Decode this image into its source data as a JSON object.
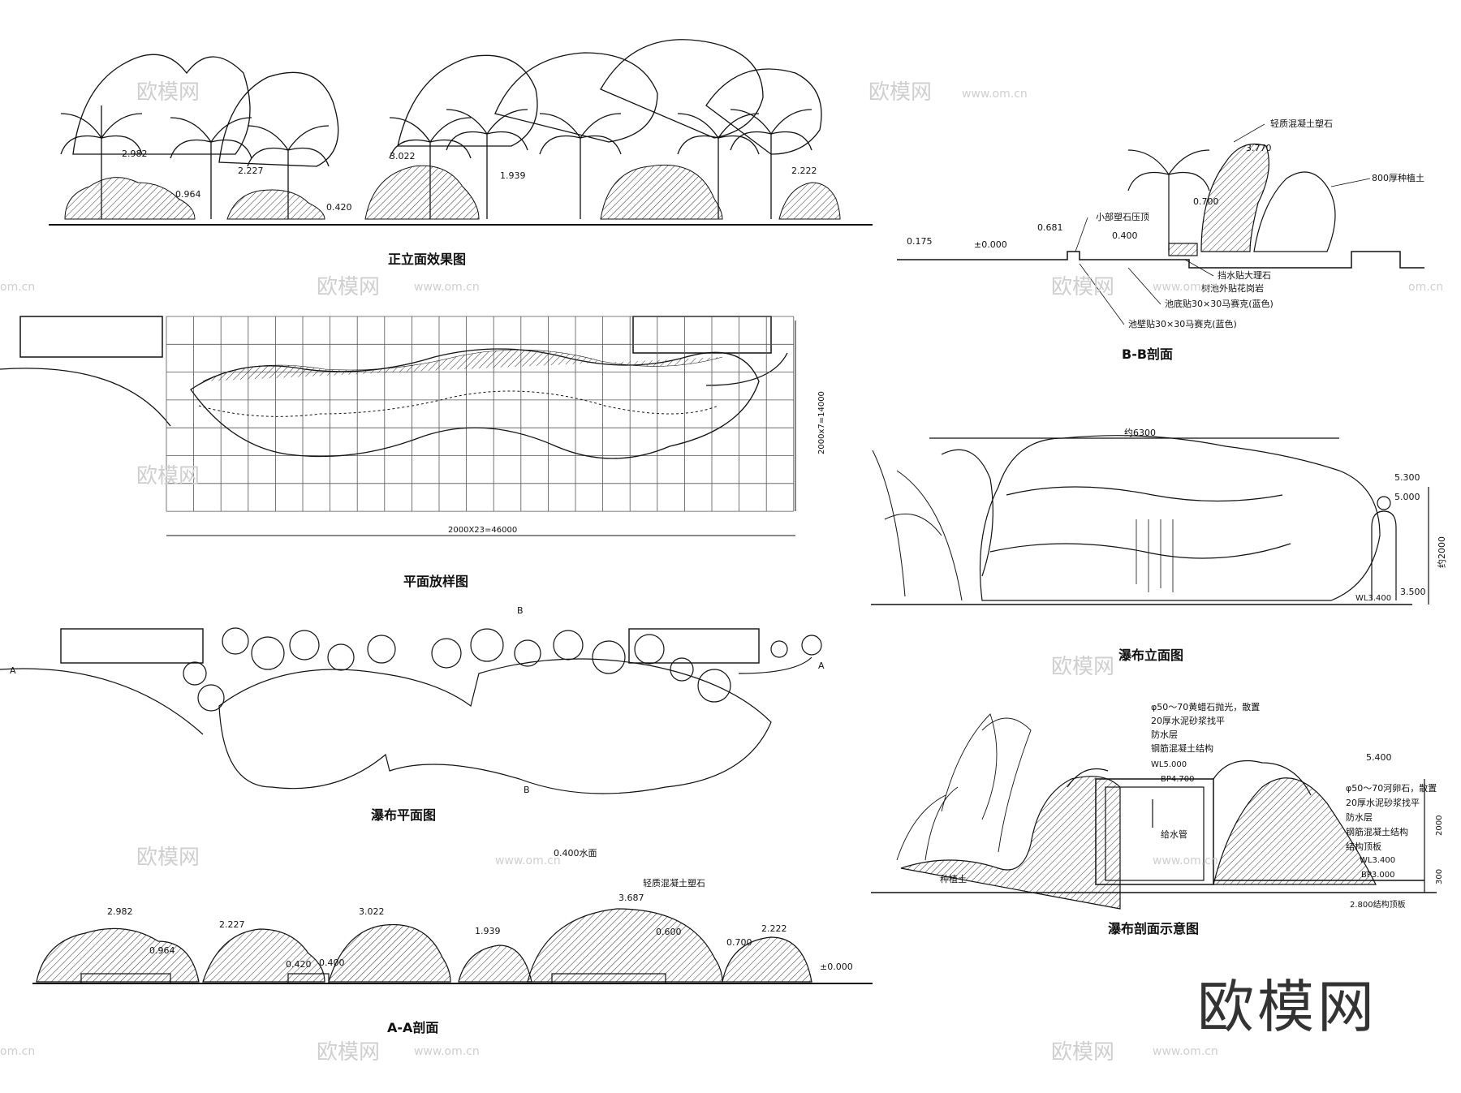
{
  "titles": {
    "front_elevation": "正立面效果图",
    "plan_layout": "平面放样图",
    "waterfall_plan": "瀑布平面图",
    "aa_section": "A-A剖面",
    "bb_section": "B-B剖面",
    "waterfall_elevation": "瀑布立面图",
    "waterfall_section": "瀑布剖面示意图"
  },
  "front_elevation": {
    "levels": [
      "2.982",
      "0.964",
      "2.227",
      "0.420",
      "3.022",
      "1.939",
      "2.222"
    ]
  },
  "plan_layout": {
    "width_dim": "2000X23=46000",
    "height_dim": "2000x7=14000"
  },
  "waterfall_plan": {
    "marker_a": "A",
    "marker_b": "B",
    "water_level": "0.400水面"
  },
  "aa_section": {
    "levels": [
      "2.982",
      "0.964",
      "2.227",
      "0.420",
      "0.400",
      "3.022",
      "1.939",
      "3.687",
      "0.600",
      "0.700",
      "2.222",
      "±0.000"
    ],
    "callout_rock": "轻质混凝土塑石"
  },
  "bb_section": {
    "levels": [
      "0.175",
      "±0.000",
      "0.681",
      "0.400",
      "3.770",
      "0.700"
    ],
    "callouts": {
      "top_rock": "轻质混凝土塑石",
      "soil": "800厚种植土",
      "cap": "小部塑石压顶",
      "marble": "挡水贴大理石",
      "granite": "树池外贴花岗岩",
      "pool_bottom": "池底贴30×30马赛克(蓝色)",
      "pool_wall": "池壁贴30×30马赛克(蓝色)"
    }
  },
  "waterfall_elevation": {
    "width_dim": "约6300",
    "levels": [
      "5.300",
      "5.000",
      "3.500"
    ],
    "height_dim": "约2000",
    "wl_label": "WL3.400"
  },
  "waterfall_section": {
    "notes_top": [
      "φ50～70黄蜡石抛光，散置",
      "20厚水泥砂浆找平",
      "防水层",
      "钢筋混凝土结构"
    ],
    "notes_right": [
      "φ50～70河卵石，散置",
      "20厚水泥砂浆找平",
      "防水层",
      "钢筋混凝土结构",
      "结构顶板"
    ],
    "wl_top": "WL5.000",
    "bp_top": "BP4.700",
    "level_right": "5.400",
    "wl_bottom": "WL3.400",
    "bp_bottom": "BP3.000",
    "struct_slab": "2.800结构顶板",
    "pipe": "给水管",
    "soil": "种植土",
    "dim_height": "2000",
    "dim_small": "300"
  },
  "watermark": {
    "site": "www.om.cn",
    "site_short": "om.cn",
    "brand": "欧模网"
  }
}
